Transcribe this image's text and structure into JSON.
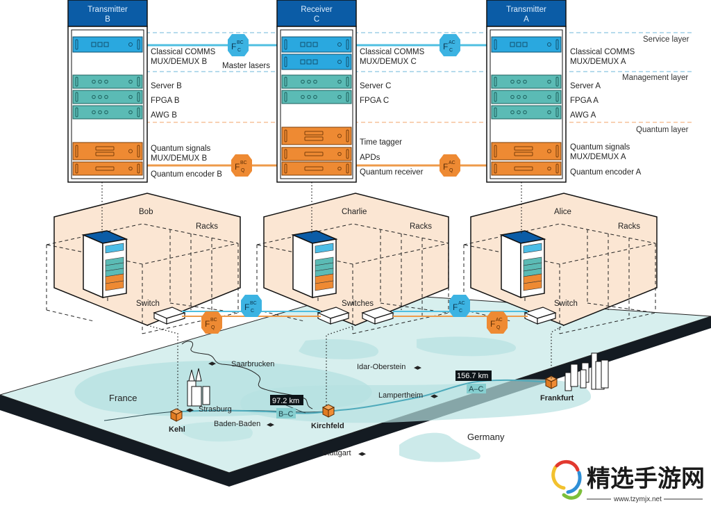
{
  "colors": {
    "rack_header": "#0b5ca6",
    "classical": "#2aa8df",
    "management": "#54b5b0",
    "quantum": "#ee8a33",
    "room_floor": "#fbe6d3",
    "map_land": "#d7efee",
    "map_region": "#b5e0e0",
    "map_edge": "#141b22",
    "fiber_classical": "#4fbfe0",
    "fiber_quantum": "#ee9a4a"
  },
  "layers": {
    "service": "Service layer",
    "management": "Management layer",
    "quantum": "Quantum layer"
  },
  "racks": [
    {
      "id": "B",
      "title_line1": "Transmitter",
      "title_line2": "B",
      "labels": {
        "classical_1": "Classical COMMS",
        "classical_2": "MUX/DEMUX B",
        "server": "Server B",
        "fpga": "FPGA B",
        "awg": "AWG B",
        "qmux_1": "Quantum signals",
        "qmux_2": "MUX/DEMUX B",
        "qdev": "Quantum encoder B"
      }
    },
    {
      "id": "C",
      "title_line1": "Receiver",
      "title_line2": "C",
      "labels": {
        "classical_1": "Classical COMMS",
        "classical_2": "MUX/DEMUX C",
        "master_lasers": "Master lasers",
        "server": "Server C",
        "fpga": "FPGA C",
        "time_tagger": "Time tagger",
        "apds": "APDs",
        "qdev": "Quantum receiver"
      }
    },
    {
      "id": "A",
      "title_line1": "Transmitter",
      "title_line2": "A",
      "labels": {
        "classical_1": "Classical COMMS",
        "classical_2": "MUX/DEMUX A",
        "server": "Server A",
        "fpga": "FPGA A",
        "awg": "AWG A",
        "qmux_1": "Quantum signals",
        "qmux_2": "MUX/DEMUX A",
        "qdev": "Quantum encoder A"
      }
    }
  ],
  "fibers": {
    "fc_bc": {
      "base": "F",
      "sup": "BC",
      "sub": "C"
    },
    "fc_ac": {
      "base": "F",
      "sup": "AC",
      "sub": "C"
    },
    "fq_bc": {
      "base": "F",
      "sup": "BC",
      "sub": "Q"
    },
    "fq_ac": {
      "base": "F",
      "sup": "AC",
      "sub": "Q"
    }
  },
  "rooms": [
    {
      "name": "Bob",
      "racks_label": "Racks",
      "switch_label": "Switch"
    },
    {
      "name": "Charlie",
      "racks_label": "Racks",
      "switch_label": "Switches"
    },
    {
      "name": "Alice",
      "racks_label": "Racks",
      "switch_label": "Switch"
    }
  ],
  "map": {
    "countries": {
      "france": "France",
      "germany": "Germany"
    },
    "cities": {
      "saarbrucken": "Saarbrucken",
      "strasburg": "Strasburg",
      "baden_baden": "Baden-Baden",
      "idar_oberstein": "Idar-Oberstein",
      "lampertheim": "Lampertheim",
      "stuttgart": "Stuttgart"
    },
    "nodes": {
      "kehl": "Kehl",
      "kirchfeld": "Kirchfeld",
      "frankfurt": "Frankfurt"
    },
    "links": [
      {
        "name": "B–C",
        "distance": "97.2 km"
      },
      {
        "name": "A–C",
        "distance": "156.7 km"
      }
    ]
  },
  "watermark": {
    "title": "精选手游网",
    "url": "www.tzymjx.net"
  }
}
